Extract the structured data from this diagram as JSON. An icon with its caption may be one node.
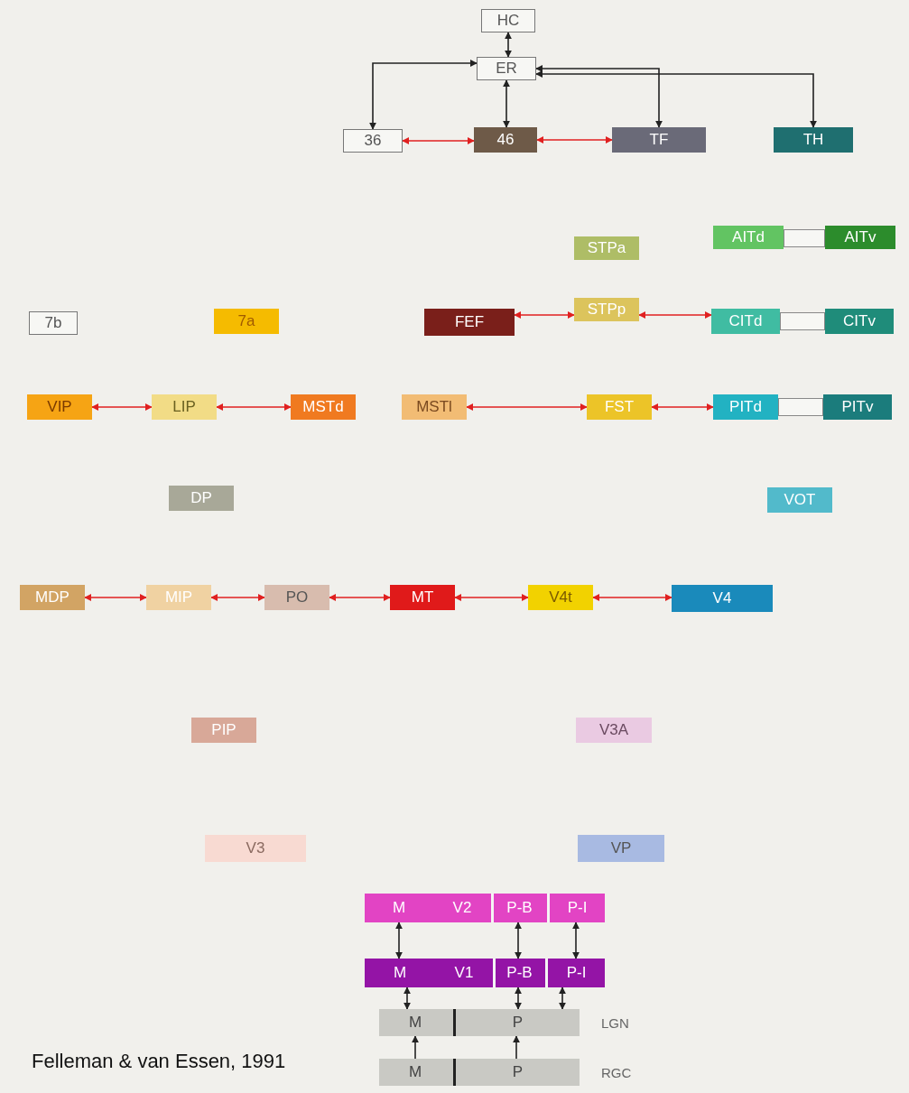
{
  "diagram": {
    "caption": "Felleman & van Essen, 1991",
    "nodes": [
      {
        "text": [
          "HC"
        ]
      },
      {
        "text": [
          "ER"
        ]
      },
      {
        "text": [
          "36"
        ]
      },
      {
        "text": [
          "46"
        ]
      },
      {
        "text": [
          "TF"
        ]
      },
      {
        "text": [
          "TH"
        ]
      },
      {
        "text": [
          "STPa"
        ]
      },
      {
        "text": [
          "AITd"
        ]
      },
      {
        "text": [
          "AITv"
        ]
      },
      {
        "text": [
          "7b"
        ]
      },
      {
        "text": [
          "7a"
        ]
      },
      {
        "text": [
          "FEF"
        ]
      },
      {
        "text": [
          "STPp"
        ]
      },
      {
        "text": [
          "CITd"
        ]
      },
      {
        "text": [
          "CITv"
        ]
      },
      {
        "text": [
          "VIP"
        ]
      },
      {
        "text": [
          "LIP"
        ]
      },
      {
        "text": [
          "MSTd"
        ]
      },
      {
        "text": [
          "MSTl"
        ]
      },
      {
        "text": [
          "FST"
        ]
      },
      {
        "text": [
          "PITd"
        ]
      },
      {
        "text": [
          "PITv"
        ]
      },
      {
        "text": [
          "DP"
        ]
      },
      {
        "text": [
          "VOT"
        ]
      },
      {
        "text": [
          "MDP"
        ]
      },
      {
        "text": [
          "MIP"
        ]
      },
      {
        "text": [
          "PO"
        ]
      },
      {
        "text": [
          "MT"
        ]
      },
      {
        "text": [
          "V4t"
        ]
      },
      {
        "text": [
          "V4"
        ]
      },
      {
        "text": [
          "PIP"
        ]
      },
      {
        "text": [
          "V3A"
        ]
      },
      {
        "text": [
          "V3"
        ]
      },
      {
        "text": [
          "VP"
        ]
      },
      {
        "text": [
          "V2"
        ]
      },
      {
        "text": [
          "M"
        ],
        "in": 34
      },
      {
        "text": [
          "P-B"
        ],
        "in": 34
      },
      {
        "text": [
          "P-I"
        ],
        "in": 34
      },
      {
        "text": [
          "V1"
        ]
      },
      {
        "text": [
          "M"
        ],
        "in": 38
      },
      {
        "text": [
          "P-B"
        ],
        "in": 38
      },
      {
        "text": [
          "P-I"
        ],
        "in": 38
      },
      {
        "text": [
          "LGN"
        ]
      },
      {
        "text": [
          "M"
        ],
        "in": 42
      },
      {
        "text": [
          "P"
        ],
        "in": 42
      },
      {
        "text": [
          "RGC"
        ]
      },
      {
        "text": [
          "M"
        ],
        "in": 45
      },
      {
        "text": [
          "P"
        ],
        "in": 45
      }
    ],
    "edges": [
      {
        "from": 1,
        "to": 0,
        "arrow": "both"
      },
      {
        "from": 3,
        "to": 1,
        "arrow": "both"
      },
      {
        "from": 2,
        "to": 3,
        "arrow": "both",
        "color": "#e02020"
      },
      {
        "from": 3,
        "to": 4,
        "arrow": "both",
        "color": "#e02020"
      },
      {
        "from": 11,
        "to": 12,
        "arrow": "both",
        "color": "#e02020"
      },
      {
        "from": 12,
        "to": 13,
        "arrow": "both",
        "color": "#e02020"
      },
      {
        "from": 15,
        "to": 16,
        "arrow": "both",
        "color": "#e02020"
      },
      {
        "from": 16,
        "to": 17,
        "arrow": "both",
        "color": "#e02020"
      },
      {
        "from": 18,
        "to": 19,
        "arrow": "both",
        "color": "#e02020"
      },
      {
        "from": 19,
        "to": 20,
        "arrow": "both",
        "color": "#e02020"
      },
      {
        "from": 24,
        "to": 25,
        "arrow": "both",
        "color": "#e02020"
      },
      {
        "from": 25,
        "to": 26,
        "arrow": "both",
        "color": "#e02020"
      },
      {
        "from": 26,
        "to": 27,
        "arrow": "both",
        "color": "#e02020"
      },
      {
        "from": 27,
        "to": 28,
        "arrow": "both",
        "color": "#e02020"
      },
      {
        "from": 28,
        "to": 29,
        "arrow": "both",
        "color": "#e02020"
      },
      {
        "from": 39,
        "to": 35,
        "arrow": "both"
      },
      {
        "from": 40,
        "to": 36,
        "arrow": "both"
      },
      {
        "from": 41,
        "to": 37,
        "arrow": "both"
      },
      {
        "from": 43,
        "to": 39,
        "arrow": "both"
      },
      {
        "from": 44,
        "to": 40,
        "arrow": "both"
      },
      {
        "from": 44,
        "to": 41,
        "arrow": "both"
      },
      {
        "from": 46,
        "to": 43,
        "arrow": "to"
      },
      {
        "from": 47,
        "to": 44,
        "arrow": "to"
      },
      {
        "from": 1,
        "to": 2,
        "arrow": "both"
      },
      {
        "from": 1,
        "to": 4,
        "arrow": "both"
      },
      {
        "from": 1,
        "to": 5,
        "arrow": "both"
      }
    ]
  }
}
